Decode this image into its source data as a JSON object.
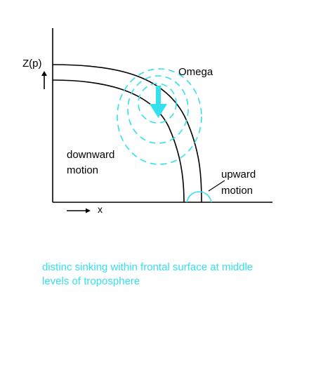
{
  "labels": {
    "z_axis": "Z(p)",
    "x_axis": "x",
    "omega": "Omega",
    "downward_line1": "downward",
    "downward_line2": "motion",
    "upward_line1": "upward",
    "upward_line2": "motion"
  },
  "caption": {
    "line1": "distinc sinking within frontal surface at middle",
    "line2": "levels of troposphere"
  },
  "colors": {
    "accent": "#33e0ee",
    "ink": "#000000",
    "background": "#ffffff"
  }
}
